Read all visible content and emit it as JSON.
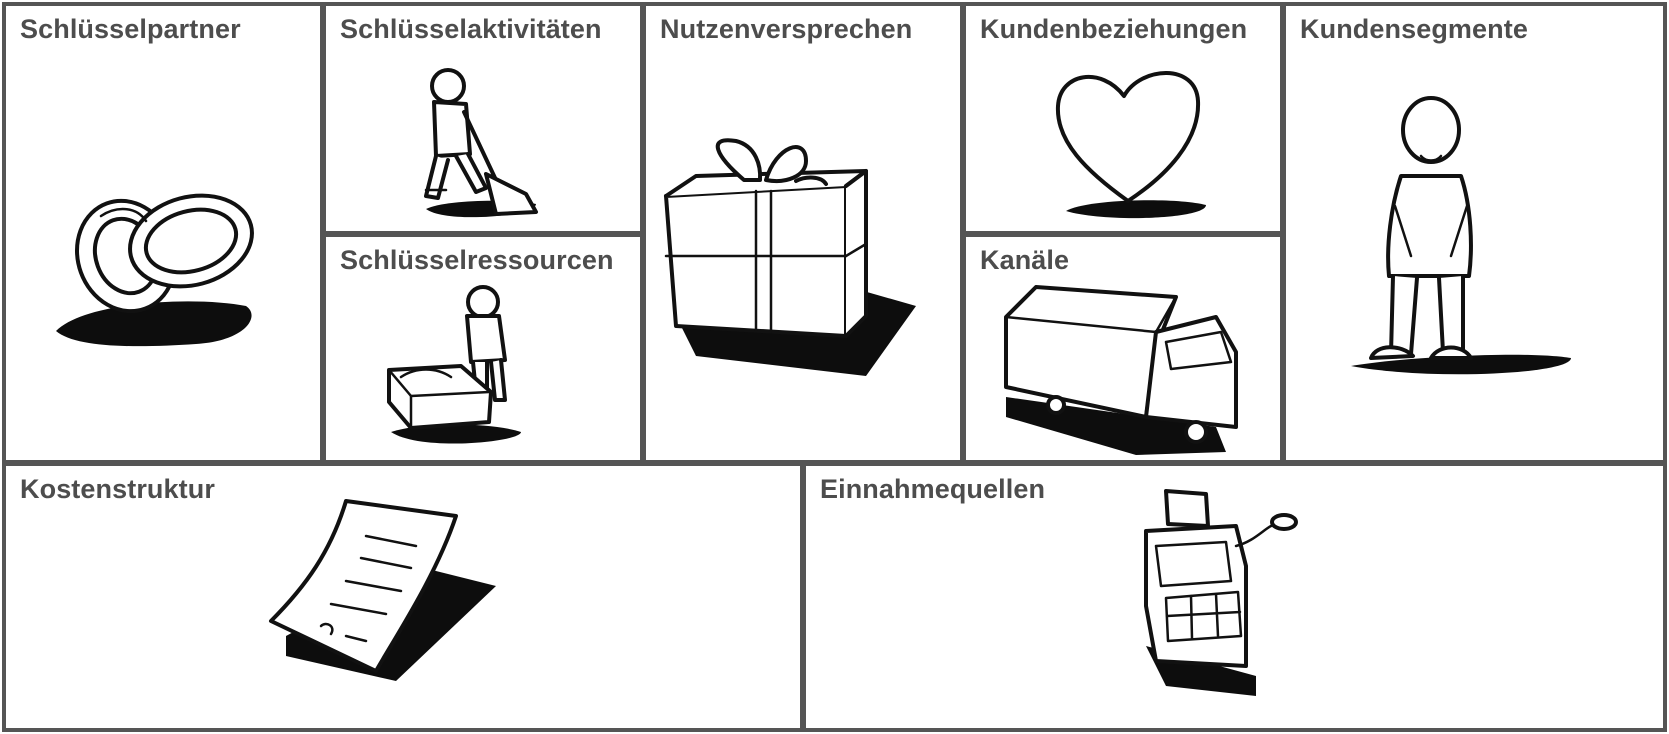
{
  "canvas": {
    "blocks": [
      {
        "id": "key-partners",
        "title": "Schlüsselpartner",
        "icon": "rings-icon"
      },
      {
        "id": "key-activities",
        "title": "Schlüsselaktivitäten",
        "icon": "person-digging-icon"
      },
      {
        "id": "key-resources",
        "title": "Schlüsselressourcen",
        "icon": "person-with-crate-icon"
      },
      {
        "id": "value-propositions",
        "title": "Nutzenversprechen",
        "icon": "gift-icon"
      },
      {
        "id": "customer-relationships",
        "title": "Kundenbeziehungen",
        "icon": "heart-icon"
      },
      {
        "id": "channels",
        "title": "Kanäle",
        "icon": "truck-icon"
      },
      {
        "id": "customer-segments",
        "title": "Kundensegmente",
        "icon": "standing-person-icon"
      },
      {
        "id": "cost-structure",
        "title": "Kostenstruktur",
        "icon": "invoice-icon"
      },
      {
        "id": "revenue-streams",
        "title": "Einnahmequellen",
        "icon": "cash-register-icon"
      }
    ]
  },
  "colors": {
    "border": "#555555",
    "title": "#4d4d4d",
    "ink": "#111111",
    "background": "#ffffff"
  }
}
